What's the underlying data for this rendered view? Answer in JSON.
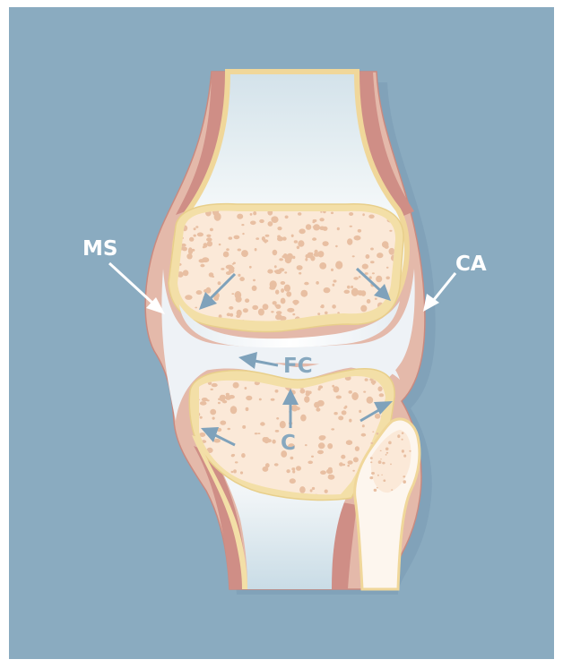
{
  "colors": {
    "background": "#8aabc0",
    "capsule": "#e4b9aa",
    "capsule_edge": "#c98a80",
    "periosteum": "#cf8e86",
    "cortex": "#f3dfa7",
    "marrow": "#fbe9d8",
    "pore": "#e8bfa2",
    "cartilage": "#eef2f6",
    "shaft": "#e7eef3",
    "arrow_white": "#ffffff",
    "arrow_blue": "#7fa2bb"
  },
  "labels": {
    "ms": "MS",
    "ca": "CA",
    "fc": "FC",
    "c": "C"
  }
}
